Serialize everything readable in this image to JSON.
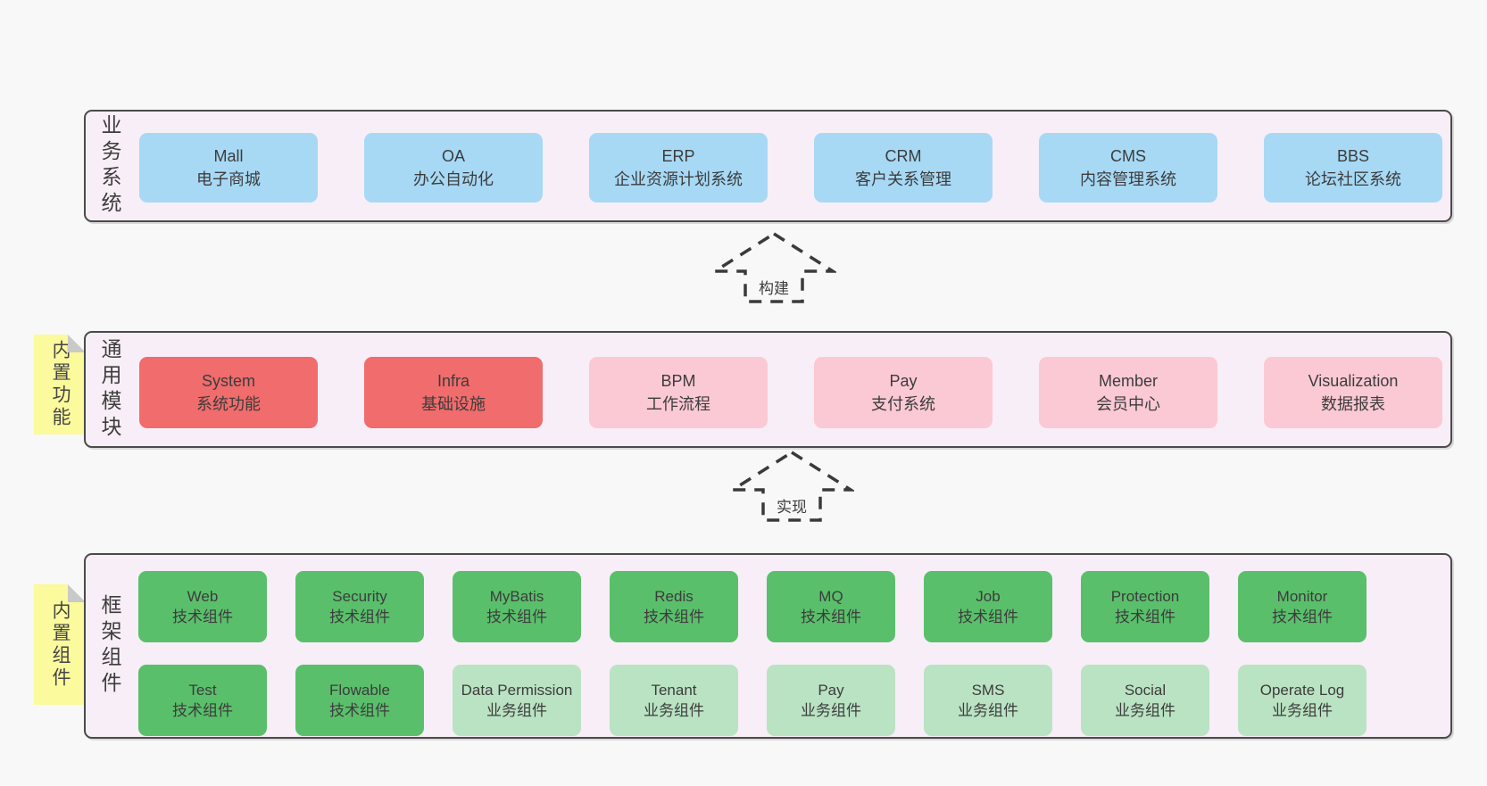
{
  "colors": {
    "page_bg": "#f8f8f8",
    "panel_fill": "#f8eef7",
    "panel_border": "#4a4a4a",
    "blue_box": "#a7d9f5",
    "red_box": "#f16c6c",
    "pink_box": "#fbc9d3",
    "green_box": "#5abf6b",
    "light_green_box": "#bae3c3",
    "note_yellow": "#fbfa9d",
    "note_fold_gray": "#c9c9c9",
    "text": "#3c3c3c"
  },
  "sections": [
    {
      "label": "业务系统",
      "boxes": [
        {
          "en": "Mall",
          "zh": "电子商城"
        },
        {
          "en": "OA",
          "zh": "办公自动化"
        },
        {
          "en": "ERP",
          "zh": "企业资源计划系统"
        },
        {
          "en": "CRM",
          "zh": "客户关系管理"
        },
        {
          "en": "CMS",
          "zh": "内容管理系统"
        },
        {
          "en": "BBS",
          "zh": "论坛社区系统"
        }
      ]
    },
    {
      "label": "通用模块",
      "note": "内置功能",
      "boxes": [
        {
          "en": "System",
          "zh": "系统功能"
        },
        {
          "en": "Infra",
          "zh": "基础设施"
        },
        {
          "en": "BPM",
          "zh": "工作流程"
        },
        {
          "en": "Pay",
          "zh": "支付系统"
        },
        {
          "en": "Member",
          "zh": "会员中心"
        },
        {
          "en": "Visualization",
          "zh": "数据报表"
        }
      ]
    },
    {
      "label": "框架组件",
      "note": "内置组件",
      "row1": [
        {
          "en": "Web",
          "zh": "技术组件"
        },
        {
          "en": "Security",
          "zh": "技术组件"
        },
        {
          "en": "MyBatis",
          "zh": "技术组件"
        },
        {
          "en": "Redis",
          "zh": "技术组件"
        },
        {
          "en": "MQ",
          "zh": "技术组件"
        },
        {
          "en": "Job",
          "zh": "技术组件"
        },
        {
          "en": "Protection",
          "zh": "技术组件"
        },
        {
          "en": "Monitor",
          "zh": "技术组件"
        }
      ],
      "row2": [
        {
          "en": "Test",
          "zh": "技术组件"
        },
        {
          "en": "Flowable",
          "zh": "技术组件"
        },
        {
          "en": "Data Permission",
          "zh": "业务组件"
        },
        {
          "en": "Tenant",
          "zh": "业务组件"
        },
        {
          "en": "Pay",
          "zh": "业务组件"
        },
        {
          "en": "SMS",
          "zh": "业务组件"
        },
        {
          "en": "Social",
          "zh": "业务组件"
        },
        {
          "en": "Operate Log",
          "zh": "业务组件"
        }
      ]
    }
  ],
  "arrows": [
    {
      "label": "构建"
    },
    {
      "label": "实现"
    }
  ]
}
